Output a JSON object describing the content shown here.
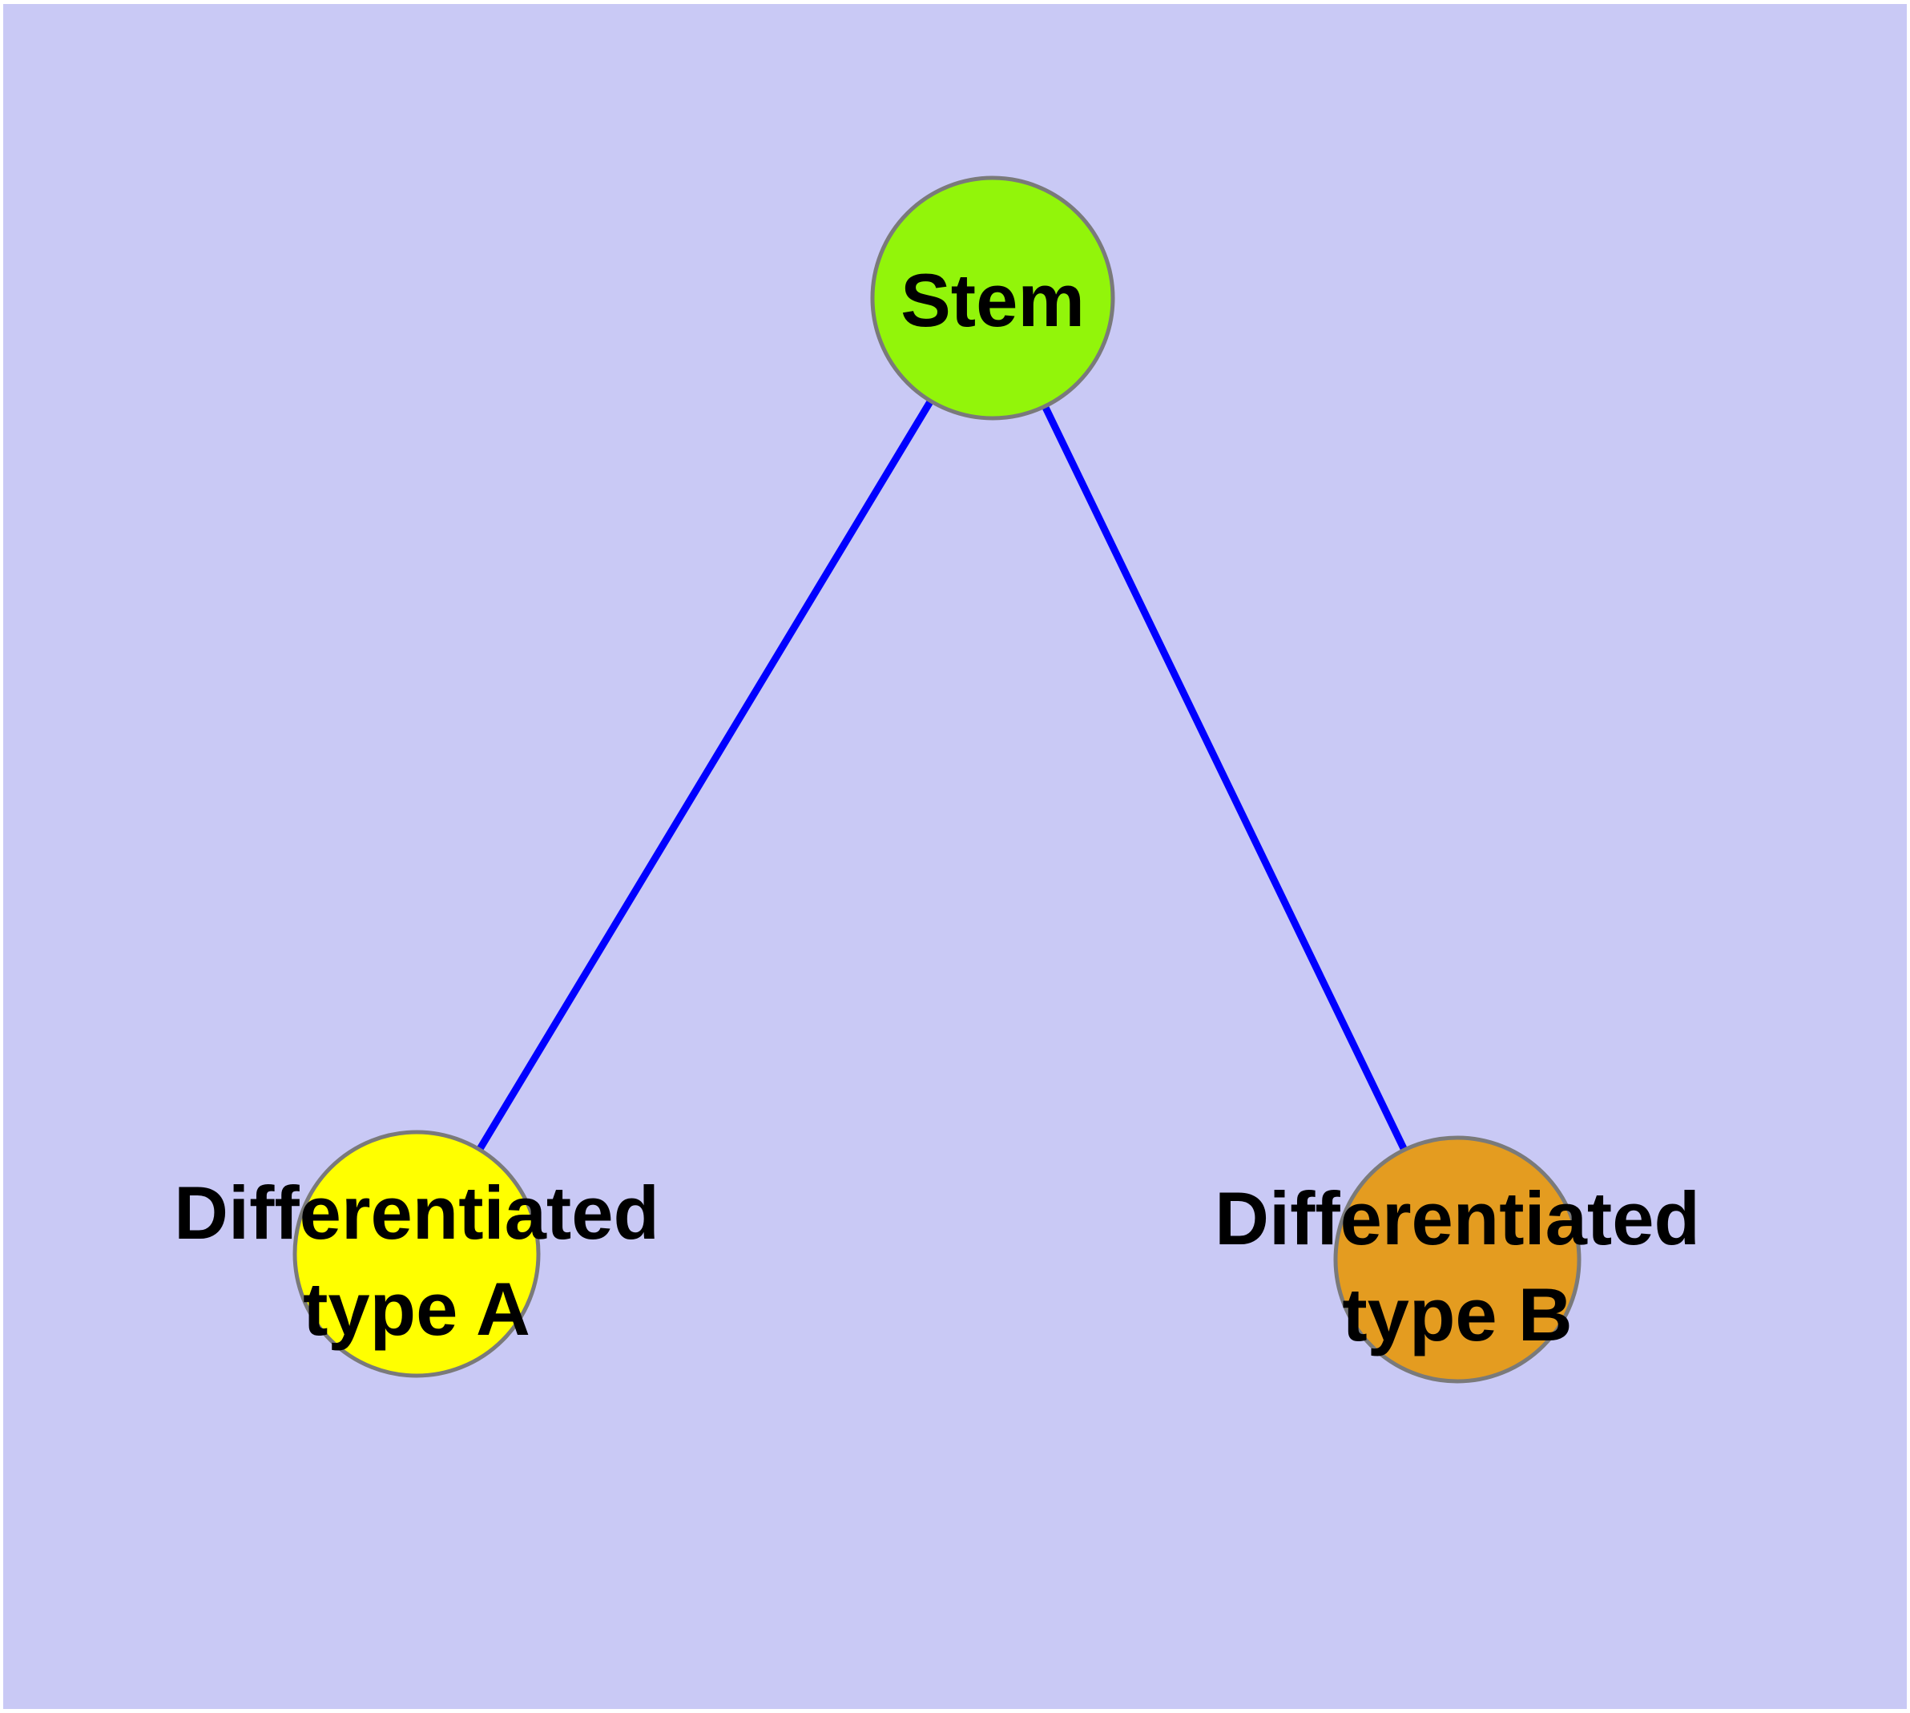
{
  "diagram": {
    "type": "graph",
    "background_color": "#c9c9f5",
    "outer_margin_color": "#ffffff",
    "edge_color": "#0000ff",
    "node_border_color": "#7a7a7a",
    "label_color": "#000000",
    "nodes": [
      {
        "id": "stem",
        "label": "Stem",
        "fill": "#92f50a"
      },
      {
        "id": "differentiated-type-a",
        "label": "Differentiated type A",
        "label_line1": "Differentiated",
        "label_line2": "type A",
        "fill": "#ffff00"
      },
      {
        "id": "differentiated-type-b",
        "label": "Differentiated type B",
        "label_line1": "Differentiated",
        "label_line2": "type B",
        "fill": "#e49c20"
      }
    ],
    "edges": [
      {
        "from": "Stem",
        "to": "Differentiated type A"
      },
      {
        "from": "Stem",
        "to": "Differentiated type B"
      }
    ]
  }
}
